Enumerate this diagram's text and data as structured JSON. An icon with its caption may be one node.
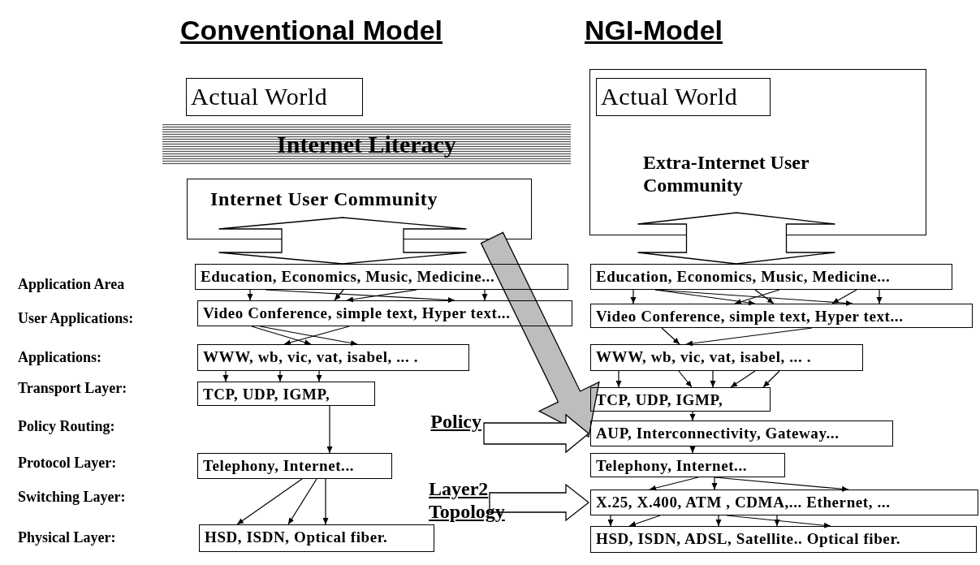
{
  "diagram": {
    "nodes": [
      {
        "text": [
          "Actual World"
        ]
      },
      {
        "text": [
          "Internet Literacy"
        ]
      },
      {
        "text": [
          "Internet User Community"
        ]
      },
      {
        "text": [
          "Education, Economics, Music, Medicine..."
        ]
      },
      {
        "text": [
          "Video Conference, simple text, Hyper text..."
        ]
      },
      {
        "text": [
          "WWW, wb, vic, vat, isabel, ... ."
        ]
      },
      {
        "text": [
          "TCP, UDP, IGMP,"
        ]
      },
      {
        "text": [
          "Telephony, Internet..."
        ]
      },
      {
        "text": [
          "HSD, ISDN, Optical fiber."
        ]
      },
      {
        "text": [
          "Extra-Internet User Community"
        ]
      },
      {
        "text": [
          "Actual World"
        ],
        "in": 9
      },
      {
        "text": [
          "Education, Economics, Music, Medicine..."
        ]
      },
      {
        "text": [
          "Video Conference, simple text, Hyper text..."
        ]
      },
      {
        "text": [
          "WWW, wb, vic, vat, isabel, ... ."
        ]
      },
      {
        "text": [
          "TCP, UDP, IGMP,"
        ]
      },
      {
        "text": [
          "AUP, Interconnectivity, Gateway..."
        ]
      },
      {
        "text": [
          "Telephony, Internet..."
        ]
      },
      {
        "text": [
          "X.25, X.400, ATM , CDMA,... Ethernet, ..."
        ]
      },
      {
        "text": [
          "HSD, ISDN, ADSL, Satellite.. Optical fiber."
        ]
      },
      {
        "text": [
          "Policy"
        ]
      },
      {
        "text": [
          "Layer2 Topology"
        ]
      }
    ],
    "edges": [
      {
        "from": 2,
        "to": 3,
        "arrow": "both",
        "style": "thick"
      },
      {
        "from": 3,
        "to": 4,
        "arrow": "to"
      },
      {
        "from": 3,
        "to": 4,
        "arrow": "to"
      },
      {
        "from": 3,
        "to": 4,
        "arrow": "to"
      },
      {
        "from": 3,
        "to": 4,
        "arrow": "to"
      },
      {
        "from": 3,
        "to": 4,
        "arrow": "to"
      },
      {
        "from": 4,
        "to": 5,
        "arrow": "to"
      },
      {
        "from": 4,
        "to": 5,
        "arrow": "to"
      },
      {
        "from": 4,
        "to": 5,
        "arrow": "to"
      },
      {
        "from": 5,
        "to": 6,
        "arrow": "to"
      },
      {
        "from": 5,
        "to": 6,
        "arrow": "to"
      },
      {
        "from": 5,
        "to": 6,
        "arrow": "to"
      },
      {
        "from": 6,
        "to": 7,
        "arrow": "to"
      },
      {
        "from": 7,
        "to": 8,
        "arrow": "to"
      },
      {
        "from": 7,
        "to": 8,
        "arrow": "to"
      },
      {
        "from": 7,
        "to": 8,
        "arrow": "to"
      },
      {
        "from": 9,
        "to": 11,
        "arrow": "both",
        "style": "thick"
      },
      {
        "from": 11,
        "to": 12,
        "arrow": "to"
      },
      {
        "from": 11,
        "to": 12,
        "arrow": "to"
      },
      {
        "from": 11,
        "to": 12,
        "arrow": "to"
      },
      {
        "from": 11,
        "to": 12,
        "arrow": "to"
      },
      {
        "from": 11,
        "to": 12,
        "arrow": "to"
      },
      {
        "from": 11,
        "to": 12,
        "arrow": "to"
      },
      {
        "from": 11,
        "to": 12,
        "arrow": "to"
      },
      {
        "from": 12,
        "to": 13,
        "arrow": "to"
      },
      {
        "from": 12,
        "to": 13,
        "arrow": "to"
      },
      {
        "from": 13,
        "to": 14,
        "arrow": "to"
      },
      {
        "from": 13,
        "to": 14,
        "arrow": "to"
      },
      {
        "from": 13,
        "to": 14,
        "arrow": "to"
      },
      {
        "from": 13,
        "to": 14,
        "arrow": "to"
      },
      {
        "from": 13,
        "to": 14,
        "arrow": "to"
      },
      {
        "from": 14,
        "to": 15,
        "arrow": "to"
      },
      {
        "from": 15,
        "to": 16,
        "arrow": "to"
      },
      {
        "from": 16,
        "to": 17,
        "arrow": "to"
      },
      {
        "from": 16,
        "to": 17,
        "arrow": "to"
      },
      {
        "from": 16,
        "to": 17,
        "arrow": "to"
      },
      {
        "from": 17,
        "to": 18,
        "arrow": "to"
      },
      {
        "from": 17,
        "to": 18,
        "arrow": "to"
      },
      {
        "from": 17,
        "to": 18,
        "arrow": "to"
      },
      {
        "from": 17,
        "to": 18,
        "arrow": "to"
      },
      {
        "from": 17,
        "to": 18,
        "arrow": "to"
      },
      {
        "from": 2,
        "to": 15,
        "arrow": "to",
        "style": "thick",
        "color": "#bdbdbd"
      },
      {
        "from": 19,
        "to": 15,
        "arrow": "to",
        "style": "thick"
      },
      {
        "from": 20,
        "to": 17,
        "arrow": "to",
        "style": "thick"
      }
    ],
    "labels": [
      "Conventional Model",
      "NGI-Model",
      "Application Area",
      "User Applications:",
      "Applications:",
      "Transport Layer:",
      "Policy Routing:",
      "Protocol Layer:",
      "Switching Layer:",
      "Physical Layer:"
    ]
  }
}
